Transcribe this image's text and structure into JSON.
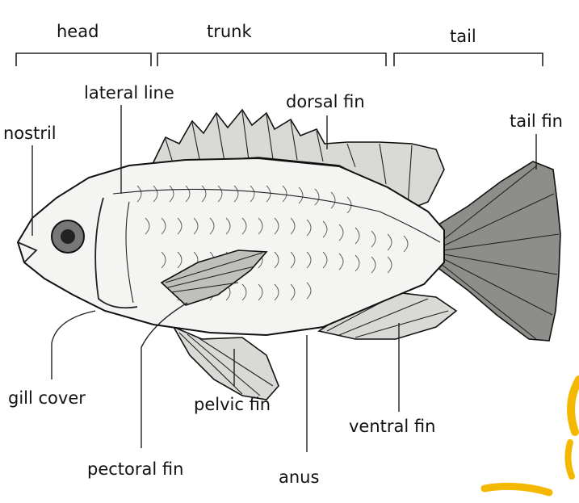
{
  "regions": {
    "head": "head",
    "trunk": "trunk",
    "tail": "tail"
  },
  "labels": {
    "lateral_line": "lateral line",
    "dorsal_fin": "dorsal fin",
    "nostril": "nostril",
    "tail_fin": "tail fin",
    "gill_cover": "gill cover",
    "pelvic_fin": "pelvic fin",
    "ventral_fin": "ventral fin",
    "pectoral_fin": "pectoral fin",
    "anus": "anus"
  },
  "icons": {
    "subject": "fish-illustration"
  },
  "colors": {
    "ink": "#111111",
    "accent": "#f5b800"
  }
}
